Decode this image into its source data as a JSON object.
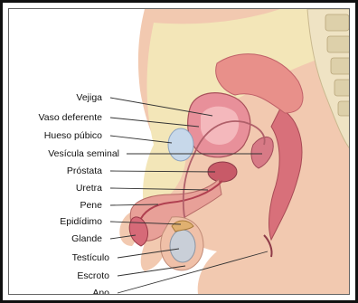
{
  "labels": {
    "vejiga": "Vejiga",
    "vaso_deferente": "Vaso deferente",
    "hueso_pubico": "Hueso púbico",
    "vesicula_seminal": "Vesícula seminal",
    "prostata": "Próstata",
    "uretra": "Uretra",
    "pene": "Pene",
    "epididimo": "Epidídimo",
    "glande": "Glande",
    "testiculo": "Testículo",
    "escroto": "Escroto",
    "ano": "Ano"
  },
  "colors": {
    "skin": "#f2c9b0",
    "tissue": "#f6dcc8",
    "muscle": "#e8908a",
    "organ": "#d8707a",
    "dark_organ": "#b84a58",
    "fat": "#f3e6b8",
    "bone": "#e6e6d4",
    "spine": "#efe3c4",
    "pubic_bone": "#c7d8ea",
    "testis": "#c9cfd8",
    "line": "#333333"
  }
}
